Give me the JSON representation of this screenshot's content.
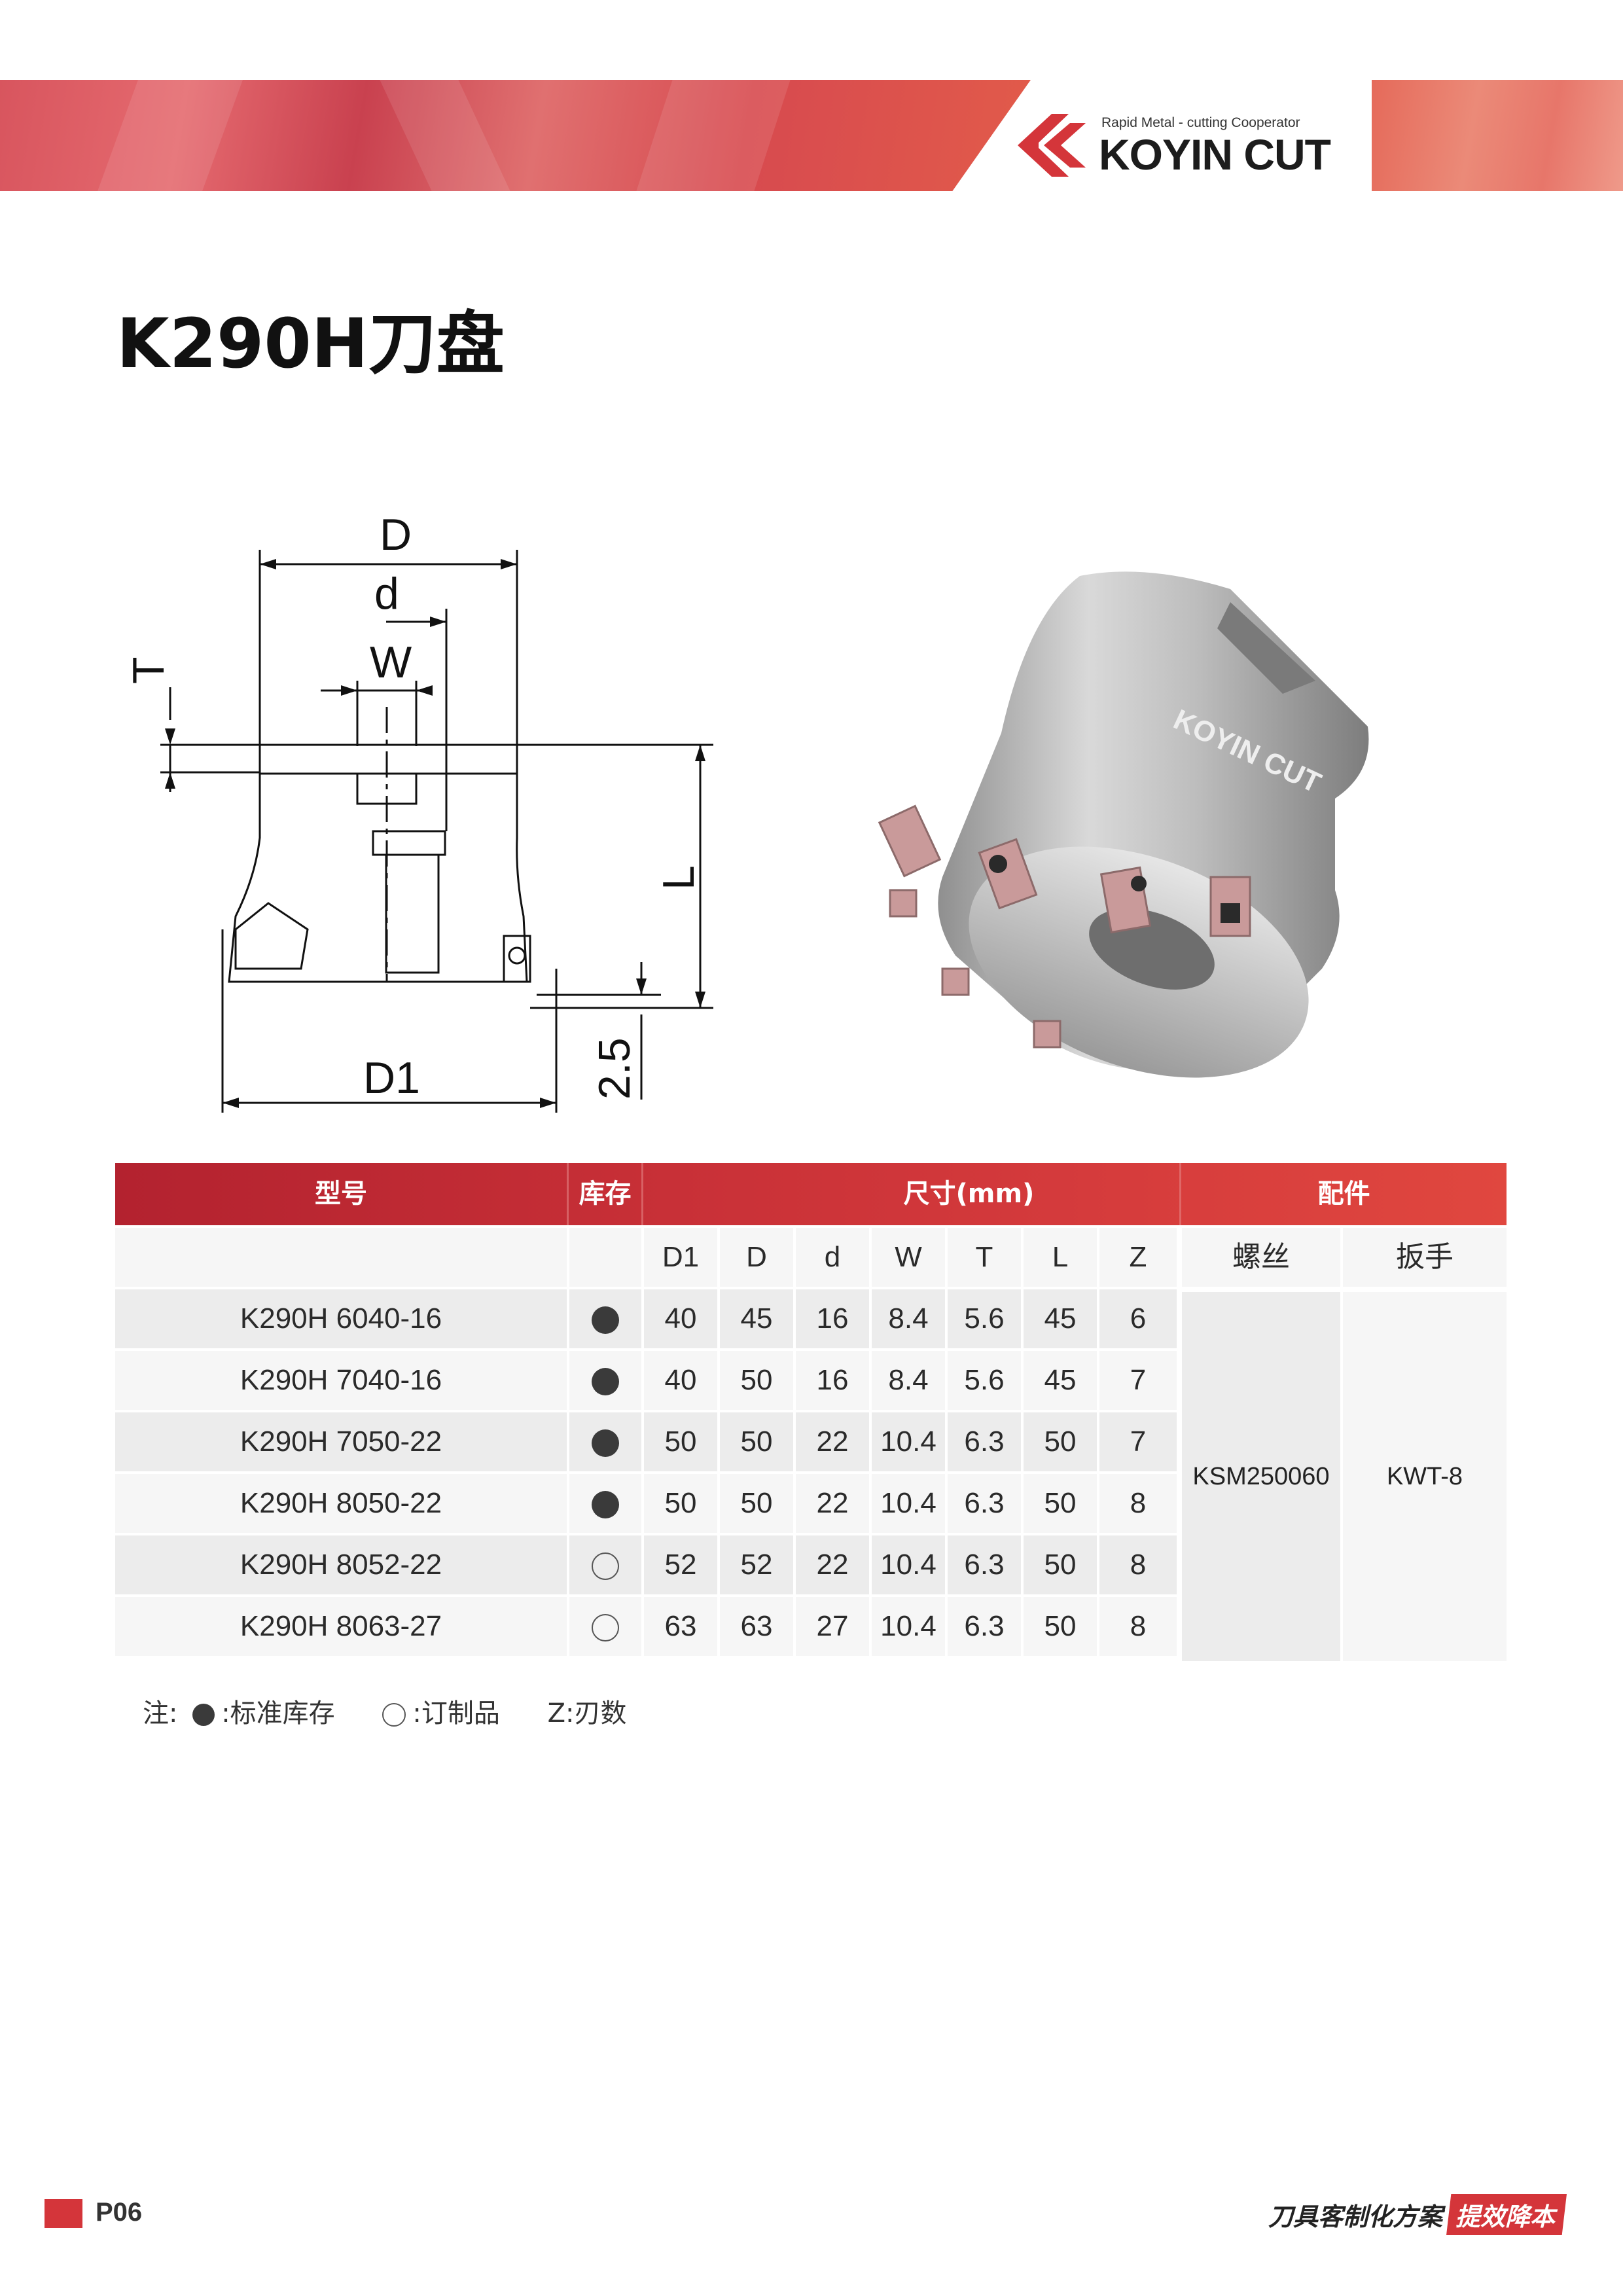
{
  "brand": {
    "tagline": "Rapid Metal - cutting Cooperator",
    "name": "KOYIN CUT",
    "accent_color": "#d4353a"
  },
  "page": {
    "title": "K290H刀盘",
    "number": "P06"
  },
  "drawing": {
    "labels": {
      "D": "D",
      "d": "d",
      "W": "W",
      "T": "T",
      "L": "L",
      "D1": "D1",
      "h": "2.5"
    }
  },
  "product_image": {
    "engraving": "KOYIN CUT"
  },
  "table": {
    "header": {
      "model": "型号",
      "stock": "库存",
      "size": "尺寸(mm)",
      "accessories": "配件"
    },
    "subheader": {
      "D1": "D1",
      "D": "D",
      "d": "d",
      "W": "W",
      "T": "T",
      "L": "L",
      "Z": "Z",
      "screw": "螺丝",
      "wrench": "扳手"
    },
    "rows": [
      {
        "model": "K290H 6040-16",
        "stock": "filled",
        "D1": "40",
        "D": "45",
        "d": "16",
        "W": "8.4",
        "T": "5.6",
        "L": "45",
        "Z": "6"
      },
      {
        "model": "K290H 7040-16",
        "stock": "filled",
        "D1": "40",
        "D": "50",
        "d": "16",
        "W": "8.4",
        "T": "5.6",
        "L": "45",
        "Z": "7"
      },
      {
        "model": "K290H 7050-22",
        "stock": "filled",
        "D1": "50",
        "D": "50",
        "d": "22",
        "W": "10.4",
        "T": "6.3",
        "L": "50",
        "Z": "7"
      },
      {
        "model": "K290H 8050-22",
        "stock": "filled",
        "D1": "50",
        "D": "50",
        "d": "22",
        "W": "10.4",
        "T": "6.3",
        "L": "50",
        "Z": "8"
      },
      {
        "model": "K290H 8052-22",
        "stock": "empty",
        "D1": "52",
        "D": "52",
        "d": "22",
        "W": "10.4",
        "T": "6.3",
        "L": "50",
        "Z": "8"
      },
      {
        "model": "K290H 8063-27",
        "stock": "empty",
        "D1": "63",
        "D": "63",
        "d": "27",
        "W": "10.4",
        "T": "6.3",
        "L": "50",
        "Z": "8"
      }
    ],
    "screw": "KSM250060",
    "wrench": "KWT-8"
  },
  "note": {
    "prefix": "注:",
    "standard": ":标准库存",
    "custom": ":订制品",
    "teeth": "Z:刃数"
  },
  "footer": {
    "slogan_main": "刀具客制化方案",
    "slogan_highlight": "提效降本"
  }
}
